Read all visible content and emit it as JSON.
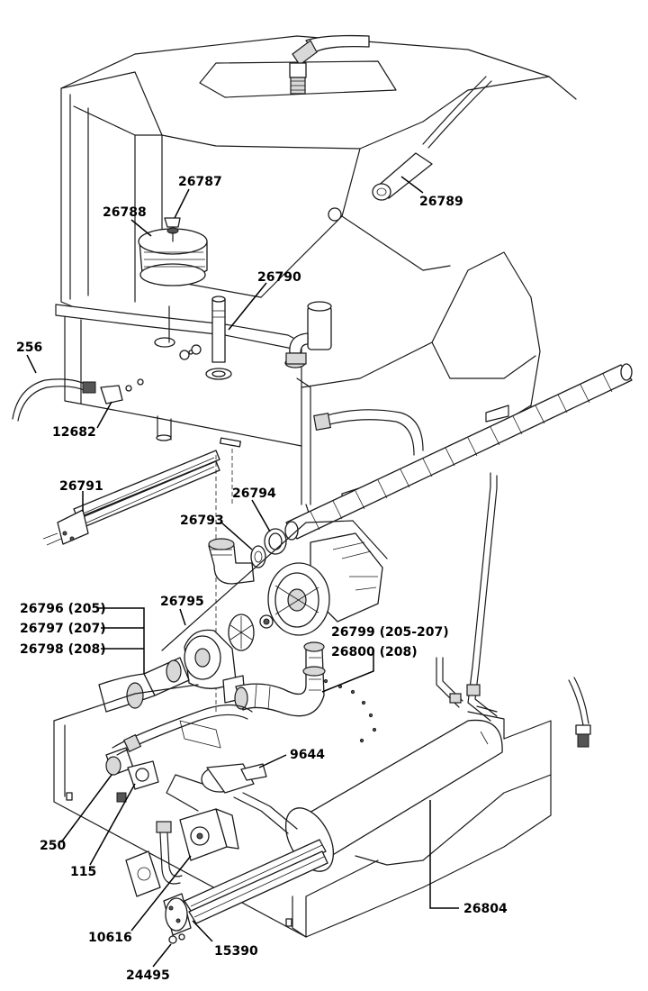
{
  "labels": [
    {
      "key": "p26787",
      "text": "26787"
    },
    {
      "key": "p26788",
      "text": "26788"
    },
    {
      "key": "p26789",
      "text": "26789"
    },
    {
      "key": "p26790",
      "text": "26790"
    },
    {
      "key": "p256",
      "text": "256"
    },
    {
      "key": "p12682",
      "text": "12682"
    },
    {
      "key": "p26791",
      "text": "26791"
    },
    {
      "key": "p26794",
      "text": "26794"
    },
    {
      "key": "p26793",
      "text": "26793"
    },
    {
      "key": "p26796",
      "text": "26796 (205)"
    },
    {
      "key": "p26797",
      "text": "26797 (207)"
    },
    {
      "key": "p26798",
      "text": "26798 (208)"
    },
    {
      "key": "p26795",
      "text": "26795"
    },
    {
      "key": "p26799",
      "text": "26799 (205-207)"
    },
    {
      "key": "p26800",
      "text": "26800 (208)"
    },
    {
      "key": "p9644",
      "text": "9644"
    },
    {
      "key": "p250",
      "text": "250"
    },
    {
      "key": "p115",
      "text": "115"
    },
    {
      "key": "p10616",
      "text": "10616"
    },
    {
      "key": "p26804",
      "text": "26804"
    },
    {
      "key": "p15390",
      "text": "15390"
    },
    {
      "key": "p24495",
      "text": "24495"
    }
  ]
}
